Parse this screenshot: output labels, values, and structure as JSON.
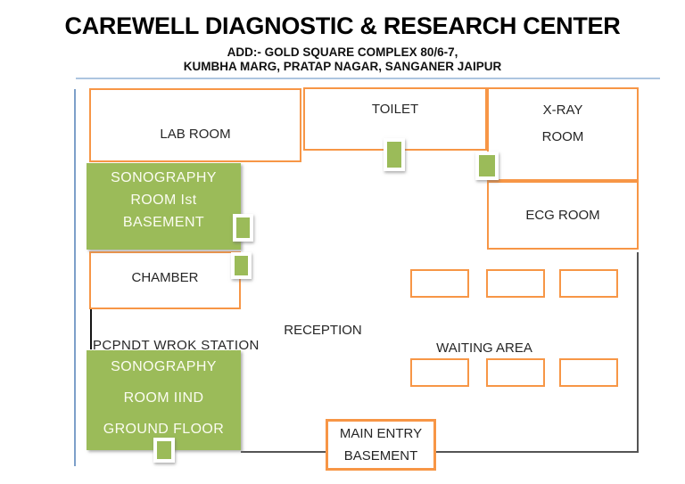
{
  "header": {
    "title": "CAREWELL DIAGNOSTIC & RESEARCH CENTER",
    "address_line1": "ADD:- GOLD SQUARE COMPLEX 80/6-7,",
    "address_line2": "KUMBHA MARG, PRATAP NAGAR, SANGANER JAIPUR"
  },
  "plan": {
    "lab_room": {
      "label": "LAB ROOM"
    },
    "toilet": {
      "label": "TOILET"
    },
    "xray_room": {
      "line1": "X-RAY",
      "line2": "ROOM"
    },
    "ecg_room": {
      "label": "ECG ROOM"
    },
    "sonography_first": {
      "line1": "SONOGRAPHY",
      "line2": "ROOM Ist",
      "line3": "BASEMENT"
    },
    "chamber": {
      "label": "CHAMBER"
    },
    "pcpndt_station": {
      "label": "PCPNDT WROK STATION"
    },
    "reception": {
      "label": "RECEPTION"
    },
    "sonography_second": {
      "line1": "SONOGRAPHY",
      "line2": "ROOM IIND",
      "line3": "GROUND FLOOR"
    },
    "waiting_area": {
      "label": "WAITING AREA"
    },
    "main_entry": {
      "line1": "MAIN ENTRY",
      "line2": "BASEMENT"
    }
  },
  "colors": {
    "orange": "#F79646",
    "green": "#9BBB59",
    "wall_gray": "#545454",
    "left_wall_blue": "#7D9FC9",
    "divider_blue": "#ADC5E0",
    "label_text": "#262626",
    "green_text": "#FBFCF1"
  }
}
